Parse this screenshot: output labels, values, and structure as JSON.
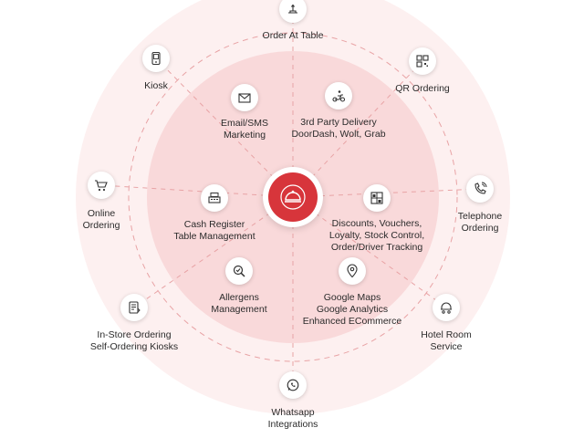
{
  "colors": {
    "accent": "#d7353b",
    "outer_ring": "#fdf0f0",
    "inner_disc": "#f9d9da",
    "dash": "#e8a3a5",
    "icon_stroke": "#333333"
  },
  "center": {
    "icon": "serving-cloche-icon"
  },
  "outer_nodes": [
    {
      "id": "order-at-table",
      "icon": "table-service-icon",
      "lines": [
        "Order At Table"
      ]
    },
    {
      "id": "qr-ordering",
      "icon": "qr-code-icon",
      "lines": [
        "QR Ordering"
      ]
    },
    {
      "id": "telephone-ordering",
      "icon": "telephone-icon",
      "lines": [
        "Telephone",
        "Ordering"
      ]
    },
    {
      "id": "hotel-room-service",
      "icon": "room-service-cart-icon",
      "lines": [
        "Hotel Room",
        "Service"
      ]
    },
    {
      "id": "whatsapp-integrations",
      "icon": "whatsapp-icon",
      "lines": [
        "Whatsapp",
        "Integrations"
      ]
    },
    {
      "id": "in-store-ordering",
      "icon": "receipt-kiosk-icon",
      "lines": [
        "In-Store Ordering",
        "Self-Ordering Kiosks"
      ]
    },
    {
      "id": "online-ordering",
      "icon": "shopping-cart-icon",
      "lines": [
        "Online",
        "Ordering"
      ]
    },
    {
      "id": "kiosk",
      "icon": "kiosk-device-icon",
      "lines": [
        "Kiosk"
      ]
    }
  ],
  "inner_nodes": [
    {
      "id": "email-sms-marketing",
      "icon": "envelope-icon",
      "lines": [
        "Email/SMS",
        "Marketing"
      ]
    },
    {
      "id": "third-party-delivery",
      "icon": "delivery-scooter-icon",
      "lines": [
        "3rd Party Delivery",
        "DoorDash, Wolt, Grab"
      ]
    },
    {
      "id": "discounts-loyalty",
      "icon": "inventory-shelf-icon",
      "lines": [
        "Discounts, Vouchers,",
        "Loyalty, Stock Control,",
        "Order/Driver Tracking"
      ]
    },
    {
      "id": "google-integrations",
      "icon": "map-pin-icon",
      "lines": [
        "Google Maps",
        "Google Analytics",
        "Enhanced ECommerce"
      ]
    },
    {
      "id": "allergens-management",
      "icon": "magnifier-check-icon",
      "lines": [
        "Allergens",
        "Management"
      ]
    },
    {
      "id": "cash-register",
      "icon": "cash-register-icon",
      "lines": [
        "Cash Register",
        "Table Management"
      ]
    }
  ]
}
